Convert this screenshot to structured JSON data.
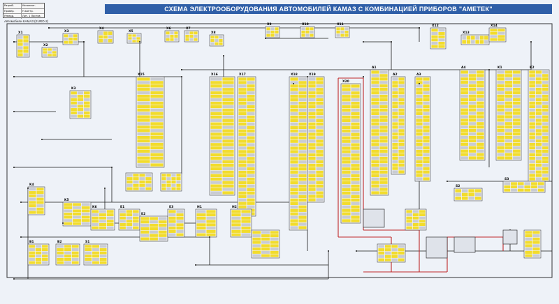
{
  "title": "СХЕМА ЭЛЕКТРООБОРУДОВАНИЯ АВТОМОБИЛЕЙ КАМАЗ С КОМБИНАЦИЕЙ ПРИБОРОВ \"АМЕТЕК\"",
  "subtitle": "Автомобили КАМАЗ (EURO-2)",
  "stamp": [
    {
      "k": "Разраб.",
      "v": "Исполнит."
    },
    {
      "k": "Провер.",
      "v": "Н.контр."
    },
    {
      "k": "Утверд.",
      "v": "Лит. 1 Листов"
    }
  ],
  "colors": {
    "wire": "#1a1a1a",
    "harness_red": "#c0282a",
    "module_fill": "#f4f6fa",
    "pin_yellow": "#f2dc2c",
    "pin_grey": "#c9ccd2",
    "title_bg": "#2f5fa8"
  },
  "components": [
    {
      "id": "c01",
      "label": "X1"
    },
    {
      "id": "c02",
      "label": "X2"
    },
    {
      "id": "c03",
      "label": "X3"
    },
    {
      "id": "c04",
      "label": "X4"
    },
    {
      "id": "c05",
      "label": "X5"
    },
    {
      "id": "c06",
      "label": "X6"
    },
    {
      "id": "c07",
      "label": "X7"
    },
    {
      "id": "c08",
      "label": "X8"
    },
    {
      "id": "c09",
      "label": "X9"
    },
    {
      "id": "c10",
      "label": "X10"
    },
    {
      "id": "c11",
      "label": "X11"
    },
    {
      "id": "c12",
      "label": "X12"
    },
    {
      "id": "c13",
      "label": "X13"
    },
    {
      "id": "c14",
      "label": "X14"
    },
    {
      "id": "c15",
      "label": "X15"
    },
    {
      "id": "c16",
      "label": "X16"
    },
    {
      "id": "c17",
      "label": "X17"
    },
    {
      "id": "c18",
      "label": "X18"
    },
    {
      "id": "c19",
      "label": "X19"
    },
    {
      "id": "c20",
      "label": "X20"
    },
    {
      "id": "c21",
      "label": "A1"
    },
    {
      "id": "c22",
      "label": "A2"
    },
    {
      "id": "c23",
      "label": "A3"
    },
    {
      "id": "c24",
      "label": "A4"
    },
    {
      "id": "c25",
      "label": "K1"
    },
    {
      "id": "c26",
      "label": "K2"
    },
    {
      "id": "c27",
      "label": "K3"
    },
    {
      "id": "c28",
      "label": "K4"
    },
    {
      "id": "c29",
      "label": "K5"
    },
    {
      "id": "c30",
      "label": "K6"
    },
    {
      "id": "c31",
      "label": "E1"
    },
    {
      "id": "c32",
      "label": "E2"
    },
    {
      "id": "c33",
      "label": "E3"
    },
    {
      "id": "c34",
      "label": "H1"
    },
    {
      "id": "c35",
      "label": "H2"
    },
    {
      "id": "c36",
      "label": "B1"
    },
    {
      "id": "c37",
      "label": "B2"
    },
    {
      "id": "c38",
      "label": "S1"
    },
    {
      "id": "c39",
      "label": "S2"
    },
    {
      "id": "c40",
      "label": "S3"
    }
  ]
}
